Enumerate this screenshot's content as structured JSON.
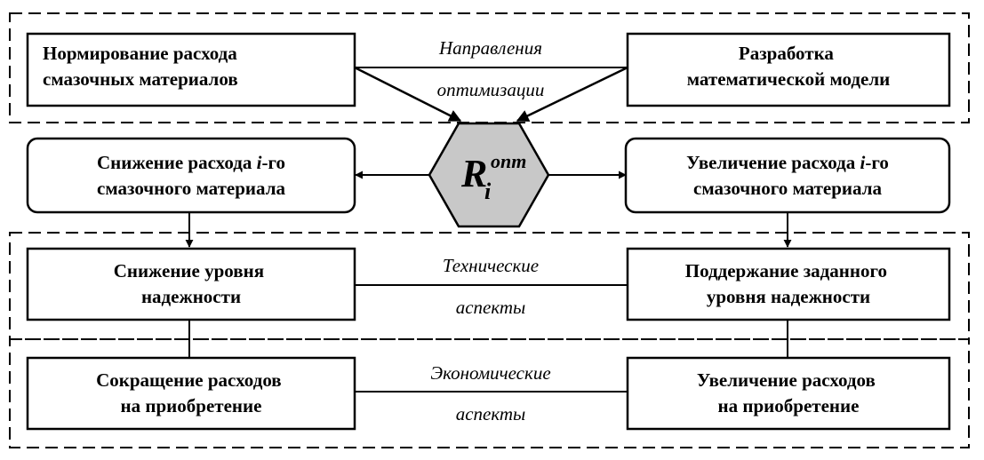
{
  "optimization": {
    "left_box": [
      "Нормирование расхода",
      "смазочных материалов"
    ],
    "right_box": [
      "Разработка",
      "математической модели"
    ],
    "caption": [
      "Направления",
      "оптимизации"
    ]
  },
  "center": {
    "symbol": "R",
    "subscript": "i",
    "superscript": "опт"
  },
  "decrease_box": {
    "prefix": "Снижение расхода ",
    "italic": "i",
    "suffix": "-го",
    "line2": "смазочного материала"
  },
  "increase_box": {
    "prefix": "Увеличение расхода ",
    "italic": "i",
    "suffix": "-го",
    "line2": "смазочного материала"
  },
  "technical": {
    "left_box": [
      "Снижение уровня",
      "надежности"
    ],
    "right_box": [
      "Поддержание заданного",
      "уровня надежности"
    ],
    "caption": [
      "Технические",
      "аспекты"
    ]
  },
  "economic": {
    "left_box": [
      "Сокращение расходов",
      "на приобретение"
    ],
    "right_box": [
      "Увеличение расходов",
      "на приобретение"
    ],
    "caption": [
      "Экономические",
      "аспекты"
    ]
  }
}
